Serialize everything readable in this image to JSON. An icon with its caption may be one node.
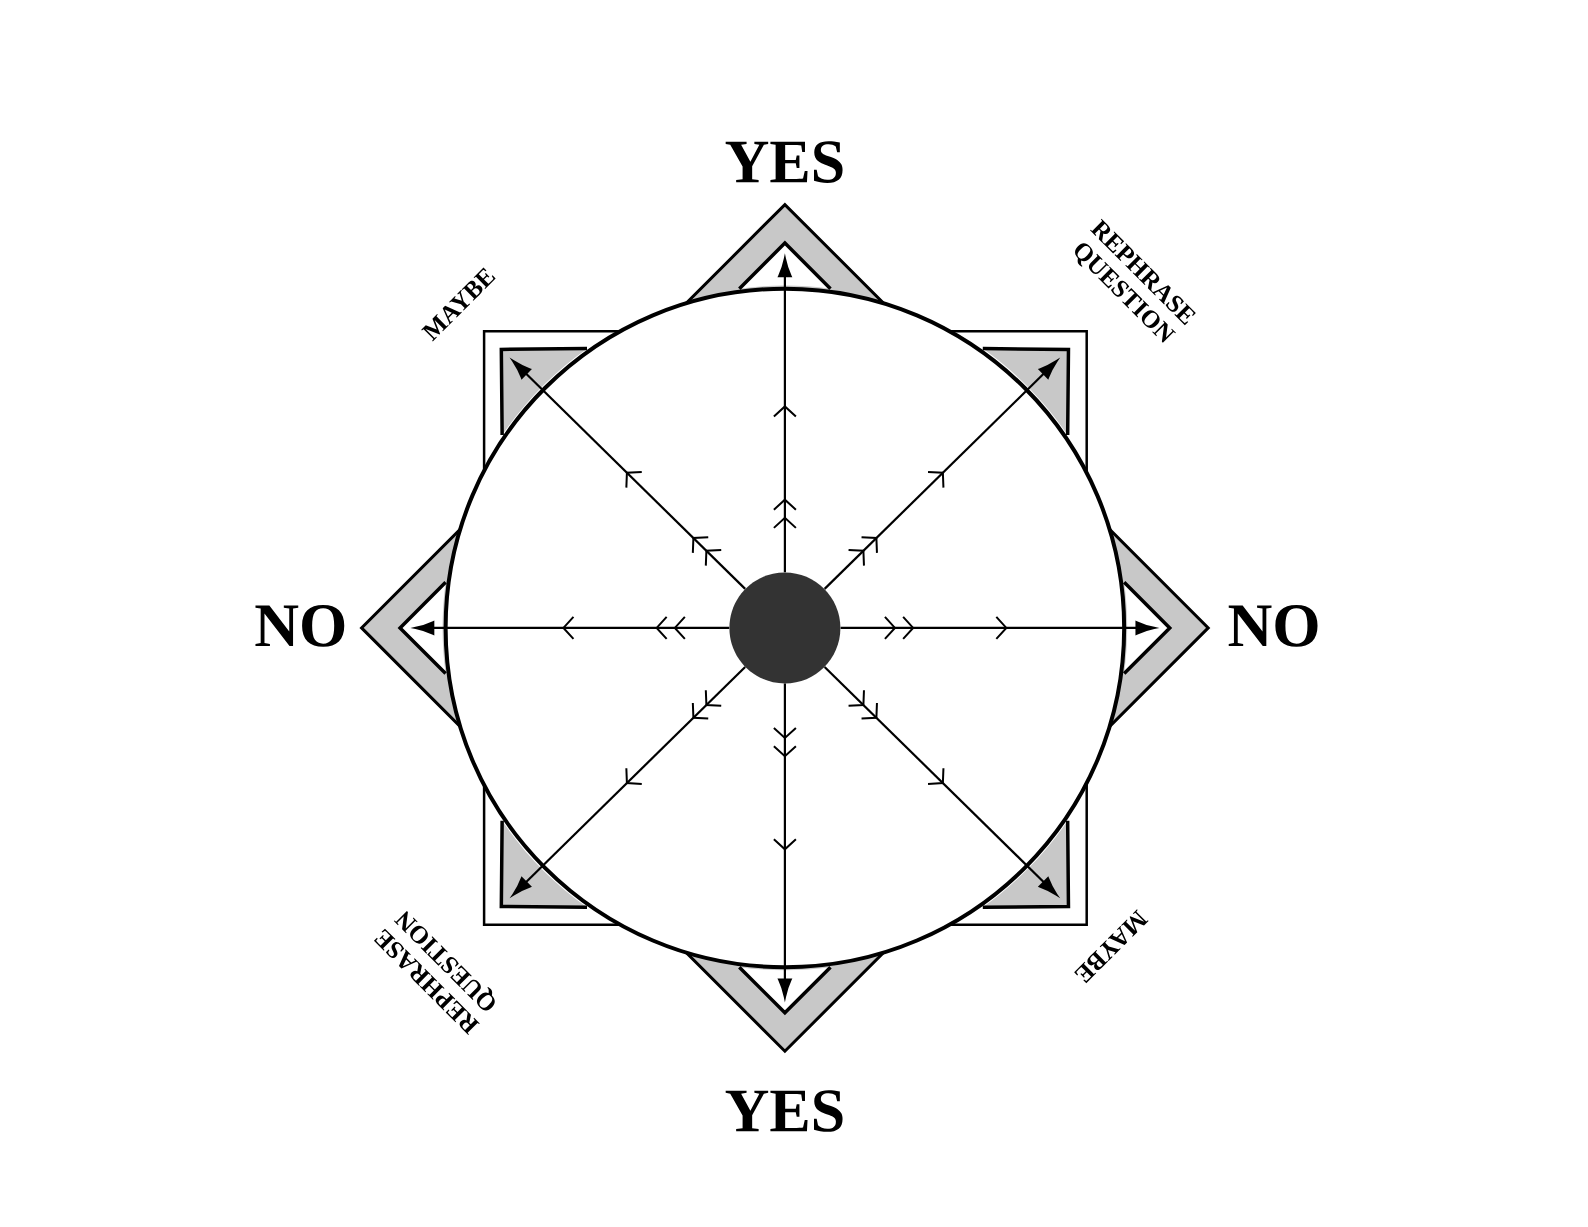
{
  "diagram": {
    "nodes": [
      {
        "text": [],
        "shape": "triangle",
        "beside": [
          "YES"
        ]
      },
      {
        "text": [],
        "shape": "triangle",
        "beside": [
          "MAYBE"
        ]
      },
      {
        "text": [],
        "shape": "triangle",
        "beside": [
          "REPHRASE QUESTION"
        ]
      },
      {
        "text": [],
        "shape": "triangle",
        "beside": [
          "NO"
        ]
      },
      {
        "text": [],
        "shape": "circle"
      },
      {
        "text": [],
        "shape": "triangle",
        "beside": [
          "NO"
        ]
      },
      {
        "text": [],
        "shape": "triangle",
        "beside": [
          "REPHRASE QUESTION"
        ]
      },
      {
        "text": [],
        "shape": "triangle",
        "beside": [
          "MAYBE"
        ]
      },
      {
        "text": [],
        "shape": "triangle",
        "beside": [
          "YES"
        ]
      }
    ],
    "edges": [
      {
        "from": 4,
        "to": 0,
        "arrow": "to"
      },
      {
        "from": 4,
        "to": 1,
        "arrow": "to"
      },
      {
        "from": 4,
        "to": 2,
        "arrow": "to"
      },
      {
        "from": 4,
        "to": 3,
        "arrow": "to"
      },
      {
        "from": 4,
        "to": 5,
        "arrow": "to"
      },
      {
        "from": 4,
        "to": 6,
        "arrow": "to"
      },
      {
        "from": 4,
        "to": 7,
        "arrow": "to"
      },
      {
        "from": 4,
        "to": 8,
        "arrow": "to"
      }
    ]
  }
}
